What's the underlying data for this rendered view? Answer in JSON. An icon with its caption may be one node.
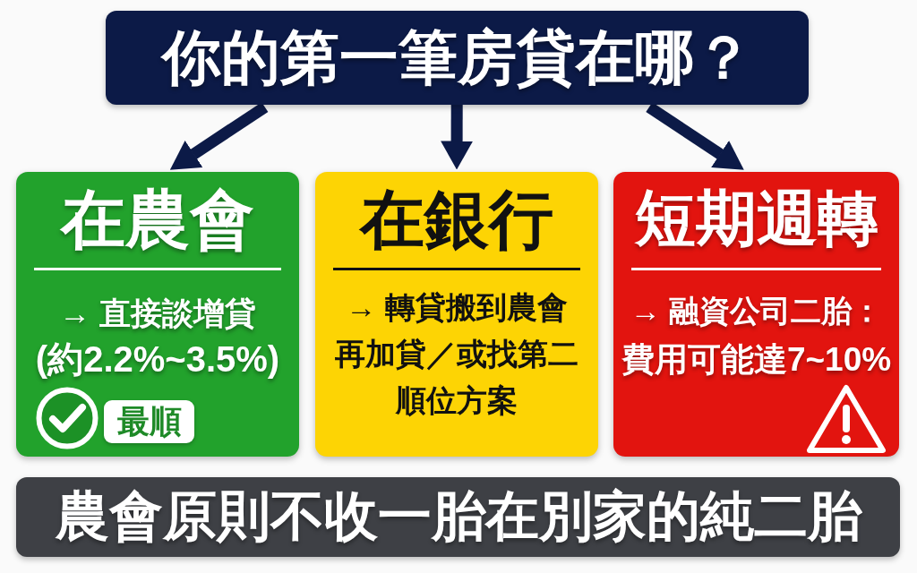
{
  "diagram": {
    "nodes": [
      {
        "text": [
          "你的第一筆房貸在哪？"
        ]
      },
      {
        "text": [
          "在農會",
          "→ 直接談增貸",
          "(約2.2%~3.5%)"
        ]
      },
      {
        "text": [
          "最順"
        ],
        "in": 1
      },
      {
        "text": [
          "在銀行",
          "→ 轉貸搬到農會再加貸／或找第二順位方案"
        ]
      },
      {
        "text": [
          "短期週轉",
          "→ 融資公司二胎：",
          "費用可能達7~10%"
        ]
      },
      {
        "text": [
          "農會原則不收一胎在別家的純二胎"
        ]
      }
    ],
    "edges": [
      {
        "from": 0,
        "to": 1,
        "arrow": "to"
      },
      {
        "from": 0,
        "to": 3,
        "arrow": "to"
      },
      {
        "from": 0,
        "to": 4,
        "arrow": "to"
      }
    ]
  }
}
